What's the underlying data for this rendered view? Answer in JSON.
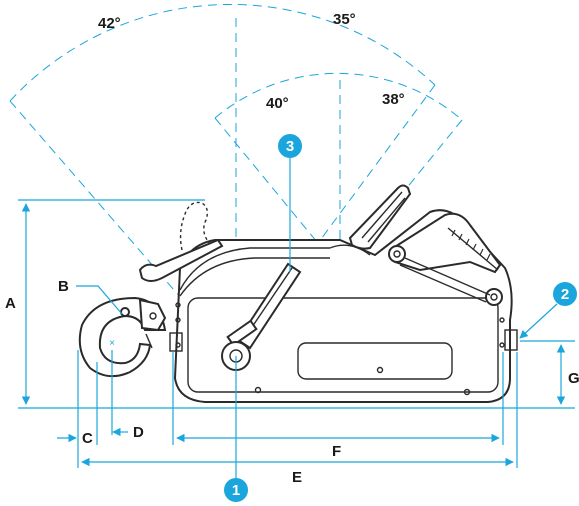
{
  "angles": {
    "outer_left": "42°",
    "outer_right": "35°",
    "inner_left": "40°",
    "inner_right": "38°"
  },
  "dimensions": {
    "A": "A",
    "B": "B",
    "C": "C",
    "D": "D",
    "E": "E",
    "F": "F",
    "G": "G"
  },
  "callouts": {
    "one": "1",
    "two": "2",
    "three": "3"
  },
  "colors": {
    "accent": "#1aa6dc",
    "callout_fill": "#1aa6dc",
    "outline": "#2b2b2b"
  }
}
